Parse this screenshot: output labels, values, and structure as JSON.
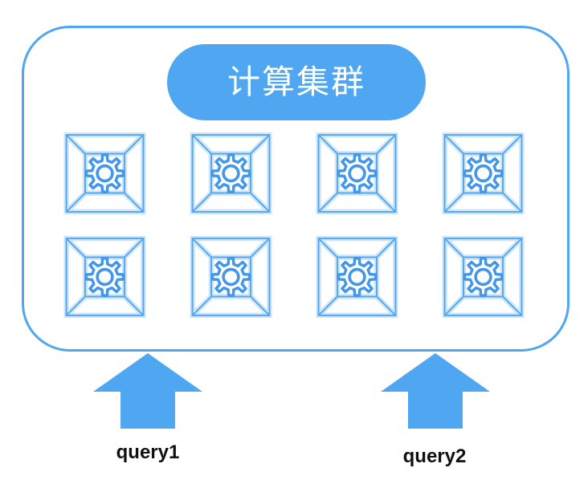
{
  "cluster": {
    "title": "计算集群",
    "nodes": {
      "count": 8,
      "icon": "gear"
    }
  },
  "queries": [
    {
      "label": "query1"
    },
    {
      "label": "query2"
    }
  ],
  "colors": {
    "accent": "#4FA6F1",
    "node_line": "#55A6EE",
    "node_glow": "#CBE5FB",
    "gear": "#4397EA",
    "label_text": "#111111",
    "text_on_accent": "#FFFFFF",
    "background": "#FFFFFF"
  }
}
